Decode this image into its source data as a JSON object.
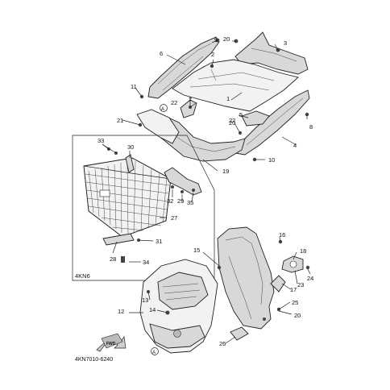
{
  "diagram": {
    "kit_label": "4KN6",
    "diagram_code": "4KN7010-6240",
    "fwd_text": "FWD",
    "ref_a": "A",
    "parts": [
      {
        "n": "1"
      },
      {
        "n": "2"
      },
      {
        "n": "3"
      },
      {
        "n": "4"
      },
      {
        "n": "5"
      },
      {
        "n": "6"
      },
      {
        "n": "7"
      },
      {
        "n": "8"
      },
      {
        "n": "9"
      },
      {
        "n": "10"
      },
      {
        "n": "11"
      },
      {
        "n": "12"
      },
      {
        "n": "13"
      },
      {
        "n": "14"
      },
      {
        "n": "15"
      },
      {
        "n": "16"
      },
      {
        "n": "17"
      },
      {
        "n": "18"
      },
      {
        "n": "19"
      },
      {
        "n": "20"
      },
      {
        "n": "20"
      },
      {
        "n": "20"
      },
      {
        "n": "21"
      },
      {
        "n": "22"
      },
      {
        "n": "22"
      },
      {
        "n": "23"
      },
      {
        "n": "24"
      },
      {
        "n": "25"
      },
      {
        "n": "26"
      },
      {
        "n": "27"
      },
      {
        "n": "28"
      },
      {
        "n": "29"
      },
      {
        "n": "30"
      },
      {
        "n": "31"
      },
      {
        "n": "32"
      },
      {
        "n": "33"
      },
      {
        "n": "34"
      },
      {
        "n": "35"
      }
    ]
  }
}
